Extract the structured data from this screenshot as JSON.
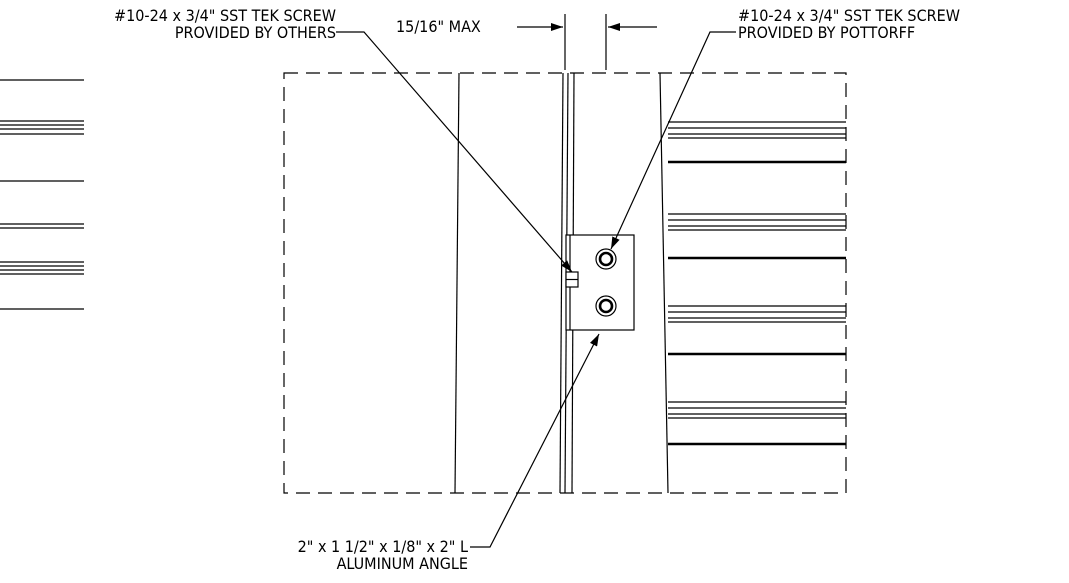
{
  "callouts": {
    "screw_others": {
      "line1": "#10-24 x 3/4\" SST TEK SCREW",
      "line2": "PROVIDED BY OTHERS"
    },
    "screw_pottorff": {
      "line1": "#10-24 x 3/4\" SST TEK SCREW",
      "line2": "PROVIDED BY POTTORFF"
    },
    "dimension": "15/16\" MAX",
    "angle": {
      "line1": "2\" x 1 1/2\" x 1/8\" x 2\" L",
      "line2": "ALUMINUM ANGLE"
    }
  }
}
